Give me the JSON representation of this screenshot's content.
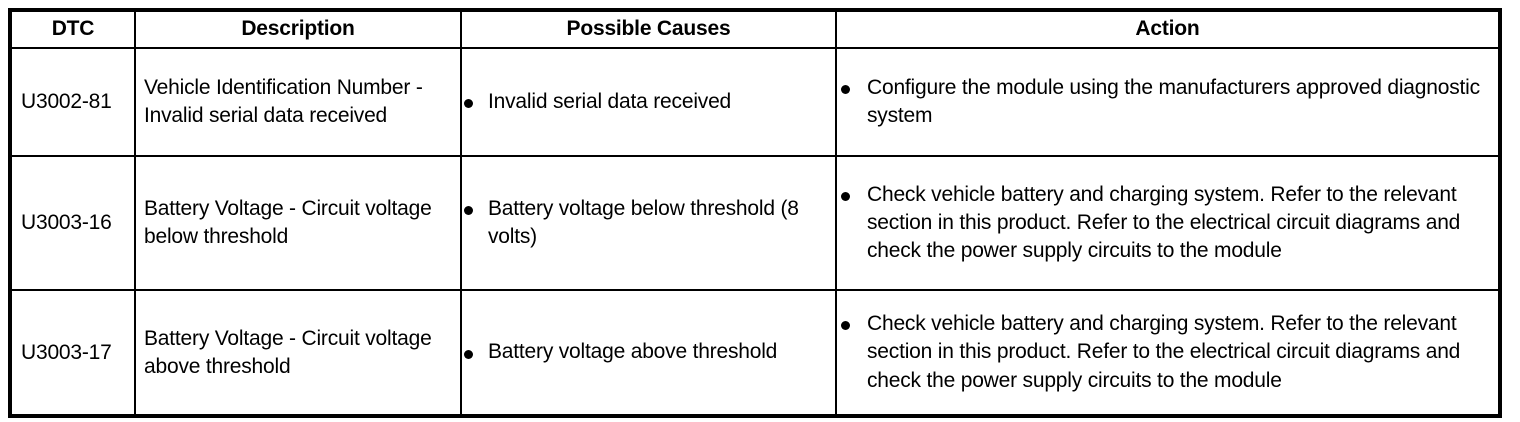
{
  "table": {
    "columns": [
      {
        "key": "dtc",
        "label": "DTC"
      },
      {
        "key": "desc",
        "label": "Description"
      },
      {
        "key": "causes",
        "label": "Possible Causes"
      },
      {
        "key": "action",
        "label": "Action"
      }
    ],
    "rows": [
      {
        "dtc": "U3002-81",
        "description": "Vehicle Identification Number - Invalid serial data received",
        "possible_causes": [
          "Invalid serial data received"
        ],
        "actions": [
          "Configure the module using the manufacturers approved diagnostic system"
        ]
      },
      {
        "dtc": "U3003-16",
        "description": "Battery Voltage - Circuit voltage below threshold",
        "possible_causes": [
          "Battery voltage below threshold (8 volts)"
        ],
        "actions": [
          "Check vehicle battery and charging system. Refer to the relevant section in this product. Refer to the electrical circuit diagrams and check the power supply circuits to the module"
        ]
      },
      {
        "dtc": "U3003-17",
        "description": "Battery Voltage - Circuit voltage above threshold",
        "possible_causes": [
          "Battery voltage above threshold"
        ],
        "actions": [
          "Check vehicle battery and charging system. Refer to the relevant section in this product. Refer to the electrical circuit diagrams and check the power supply circuits to the module"
        ]
      }
    ]
  },
  "colors": {
    "border": "#000000",
    "text": "#000000",
    "background": "#ffffff"
  }
}
